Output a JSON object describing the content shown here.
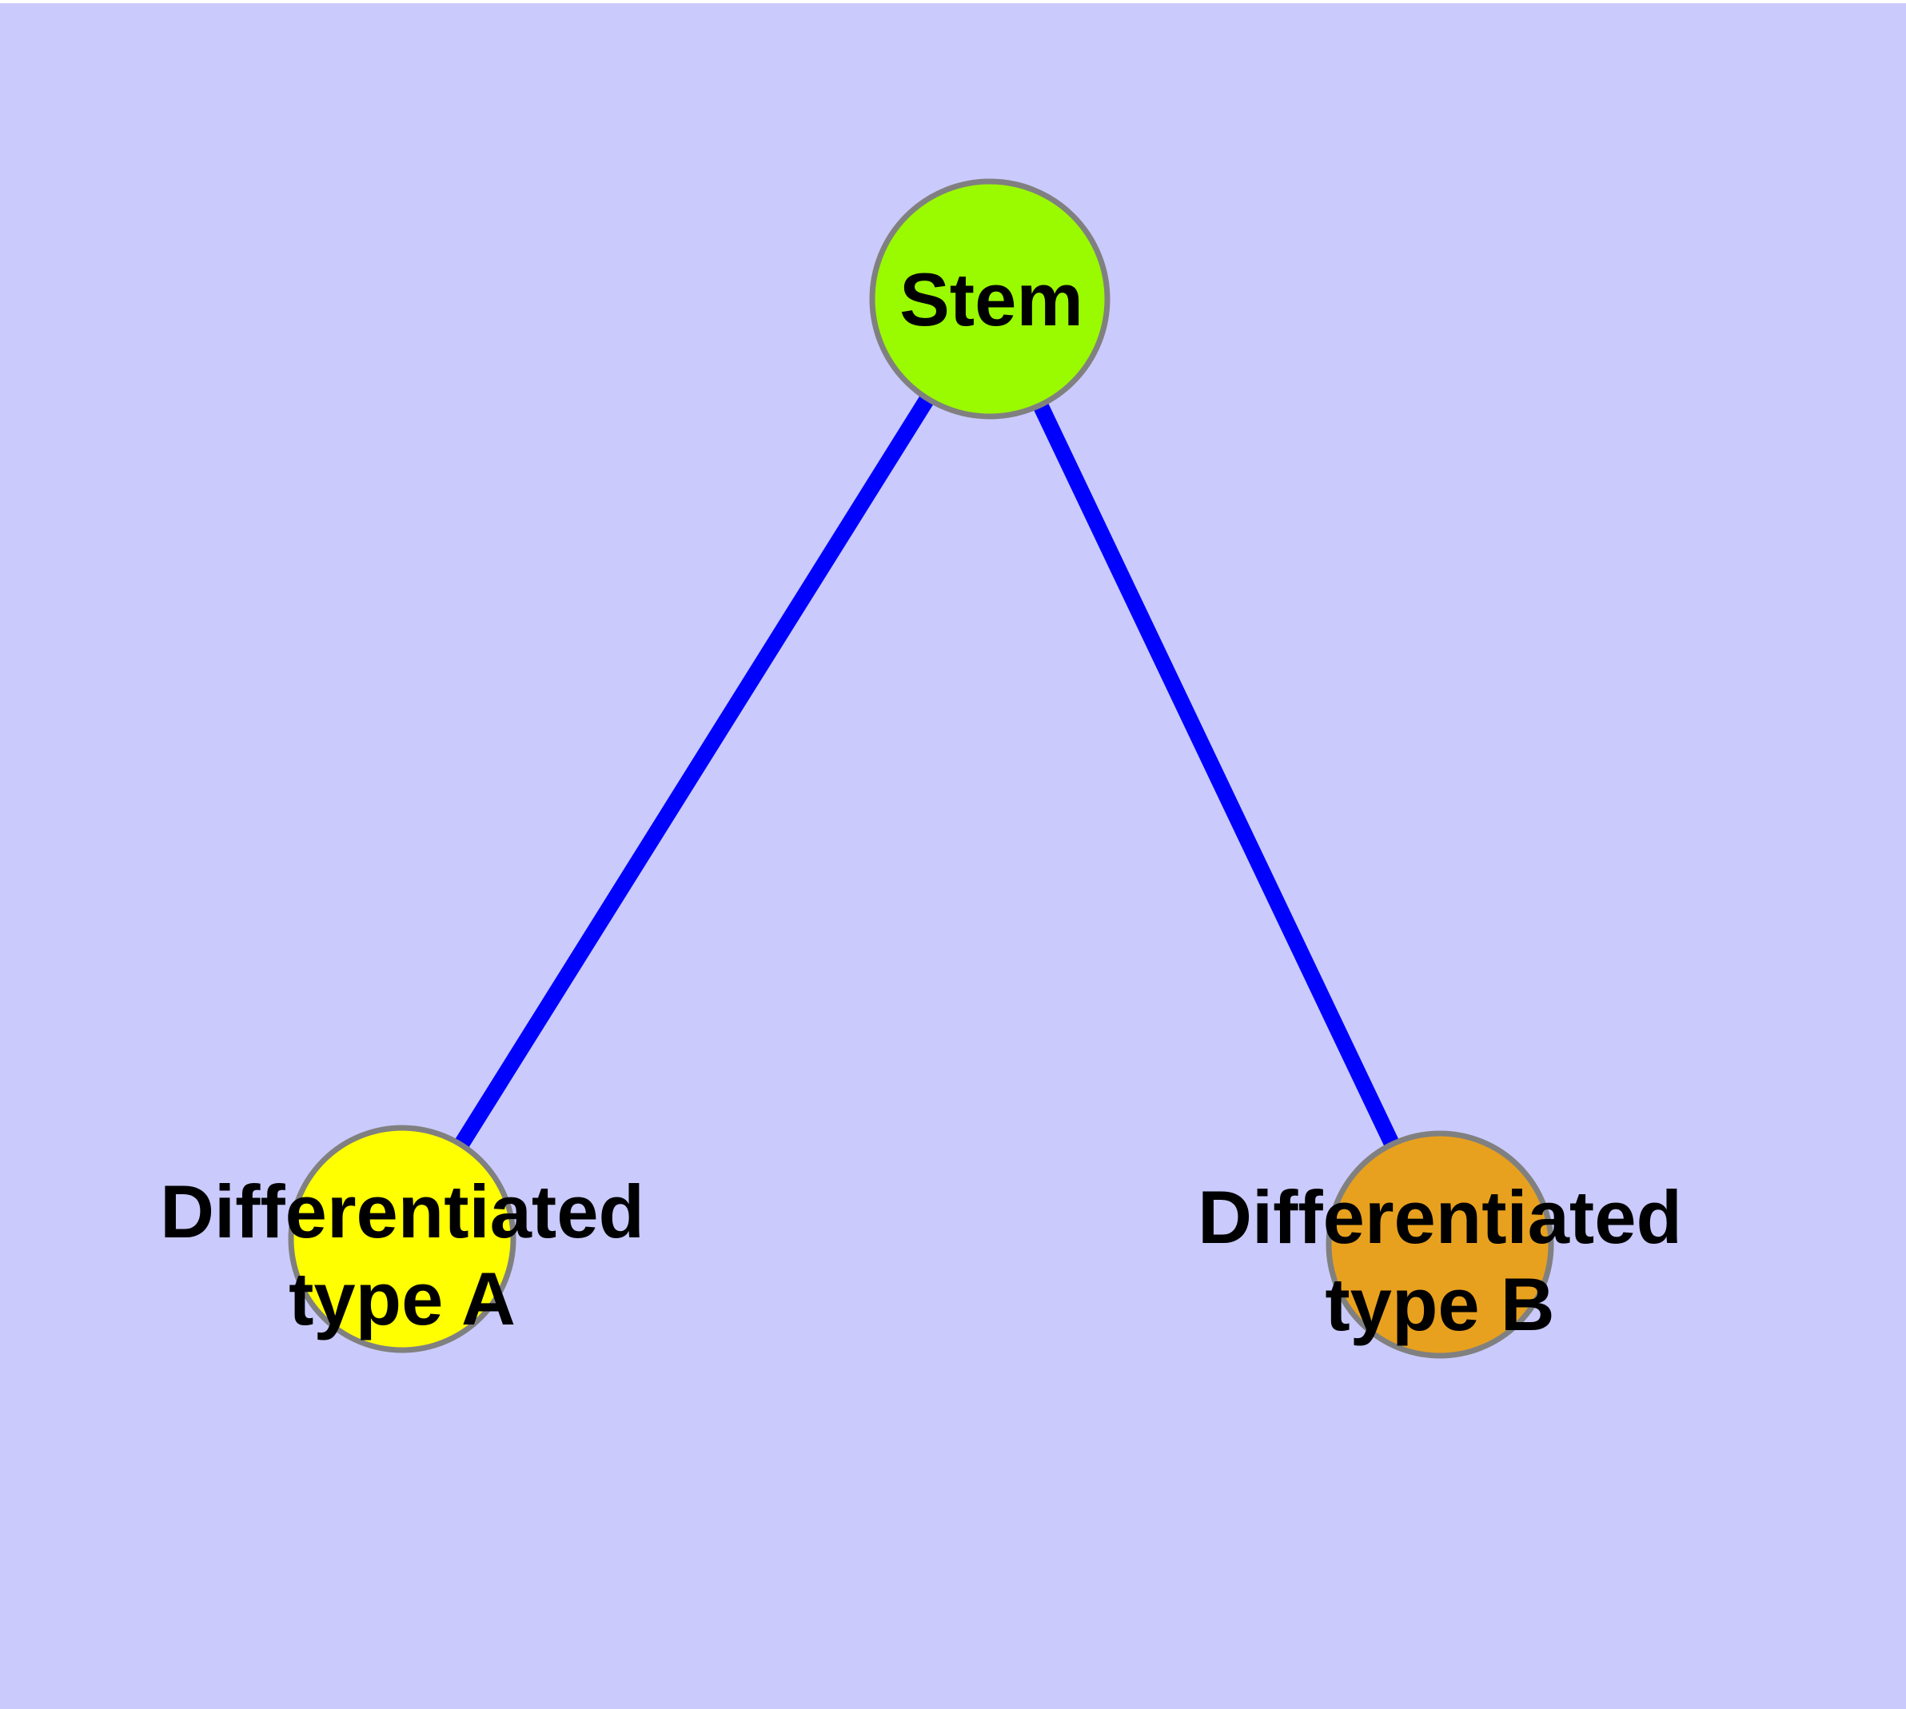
{
  "diagram": {
    "kind": "cell-differentiation-graph",
    "background_color": "#CACAFC",
    "top_margin_color": "#FFFFFF",
    "edge_color": "#0000FF",
    "node_border_color": "#808080",
    "label_color": "#000000",
    "nodes": [
      {
        "id": "stem",
        "label": "Stem",
        "fill_color": "#9AFA00"
      },
      {
        "id": "differentiated-type-a",
        "label_line1": "Differentiated",
        "label_line2": "type A",
        "fill_color": "#FFFF00"
      },
      {
        "id": "differentiated-type-b",
        "label_line1": "Differentiated",
        "label_line2": "type B",
        "fill_color": "#E8A11E"
      }
    ],
    "edges": [
      {
        "source": "Stem",
        "target": "Differentiated type A"
      },
      {
        "source": "Stem",
        "target": "Differentiated type B"
      }
    ]
  }
}
